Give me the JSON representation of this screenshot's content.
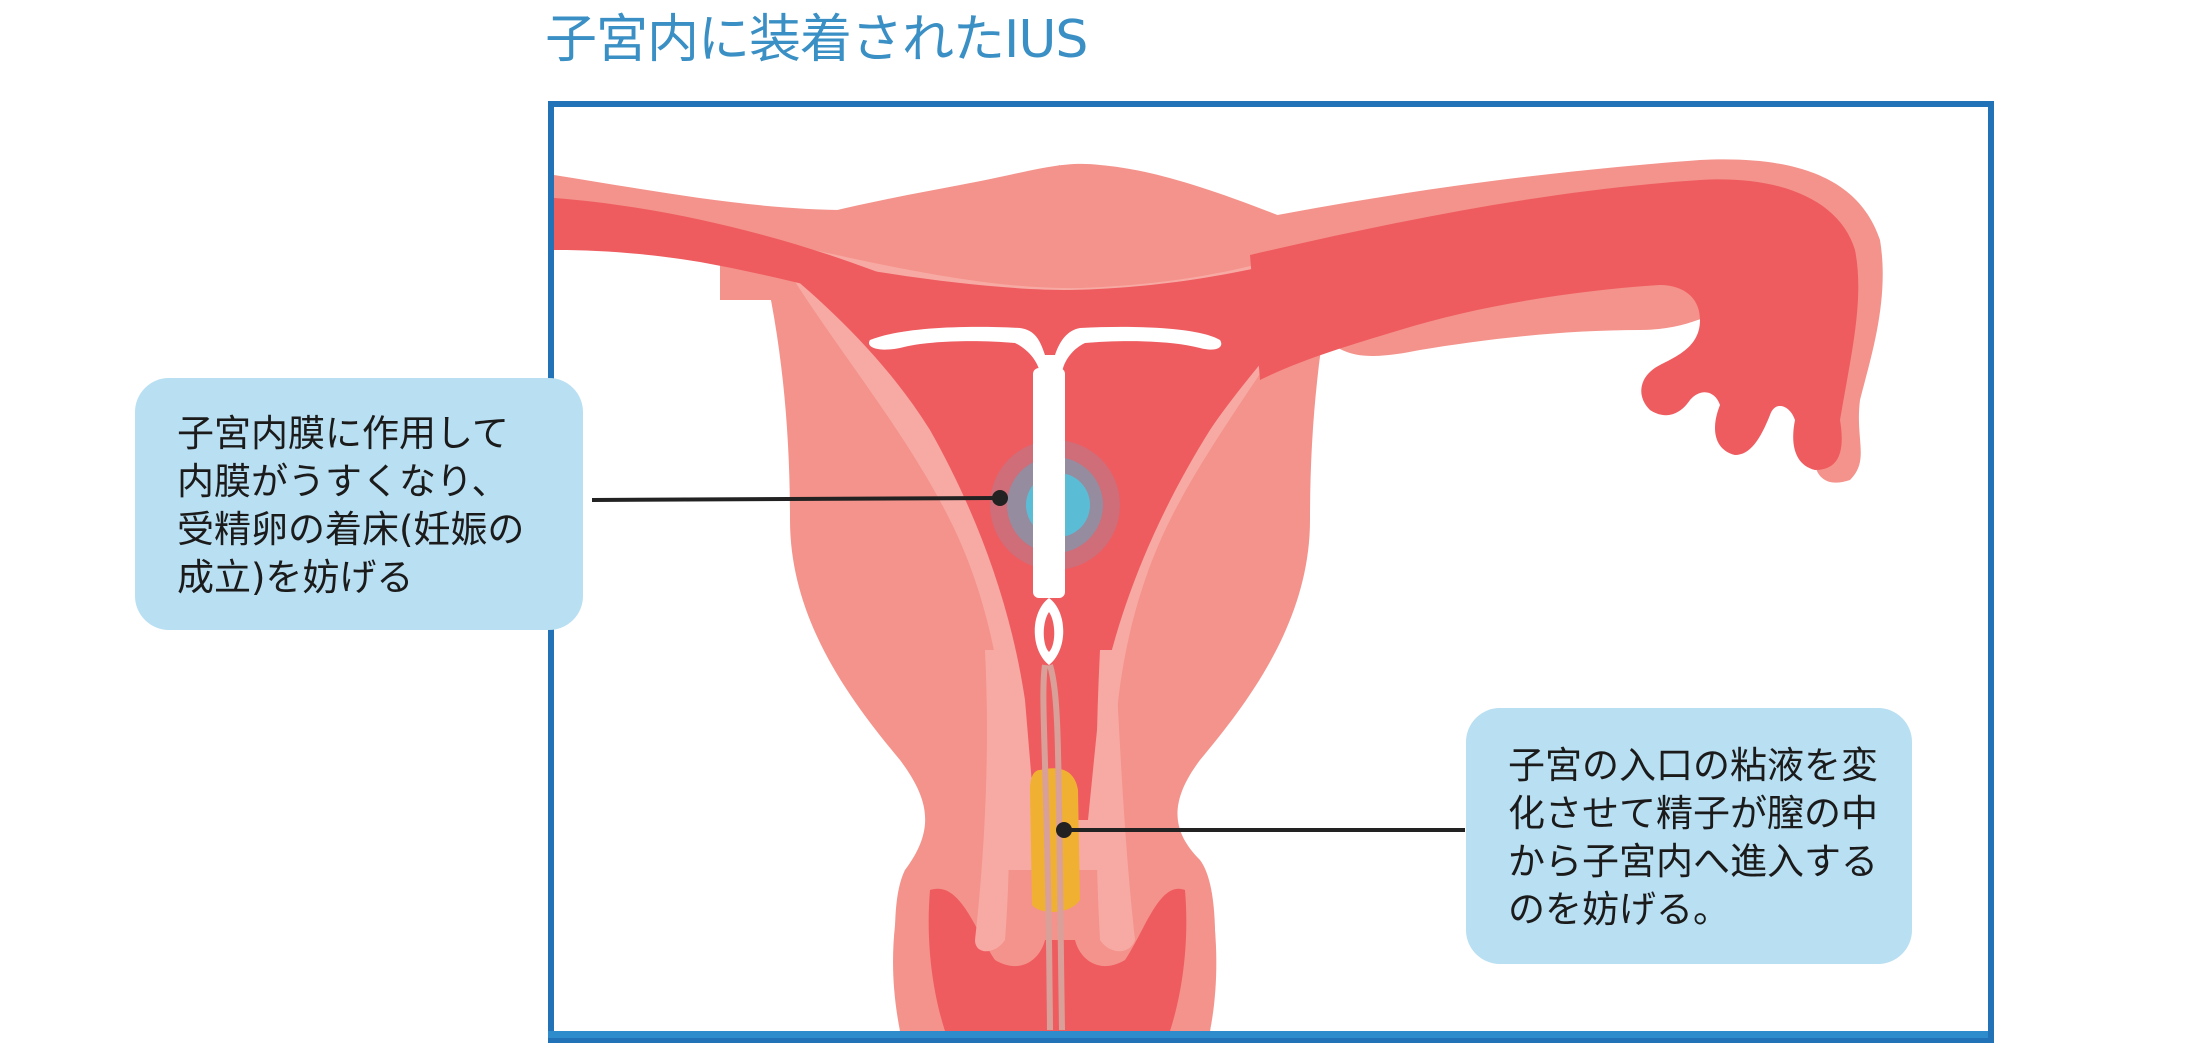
{
  "title": "子宮内に装着されたIUS",
  "callouts": {
    "endometrium": {
      "lines": [
        "子宮内膜に作用して",
        "内膜がうすくなり、",
        "受精卵の着床(妊娠の",
        "成立)を妨げる"
      ],
      "target": "IUS hormone release area in uterine cavity"
    },
    "cervix": {
      "lines": [
        "子宮の入口の粘液を変",
        "化させて精子が膣の中",
        "から子宮内へ進入する",
        "のを妨げる。"
      ],
      "target": "cervical mucus"
    }
  },
  "colors": {
    "title": "#3a8fc4",
    "frame": "#2272b8",
    "callout_bg": "#b8dff2",
    "tissue_outer": "#f4938b",
    "tissue_light": "#f7aaa4",
    "tissue_inner": "#ee5c60",
    "ius": "#ffffff",
    "hormone_glow": "#5bbcd6",
    "mucus": "#f0b032",
    "leader_line": "#222222"
  }
}
